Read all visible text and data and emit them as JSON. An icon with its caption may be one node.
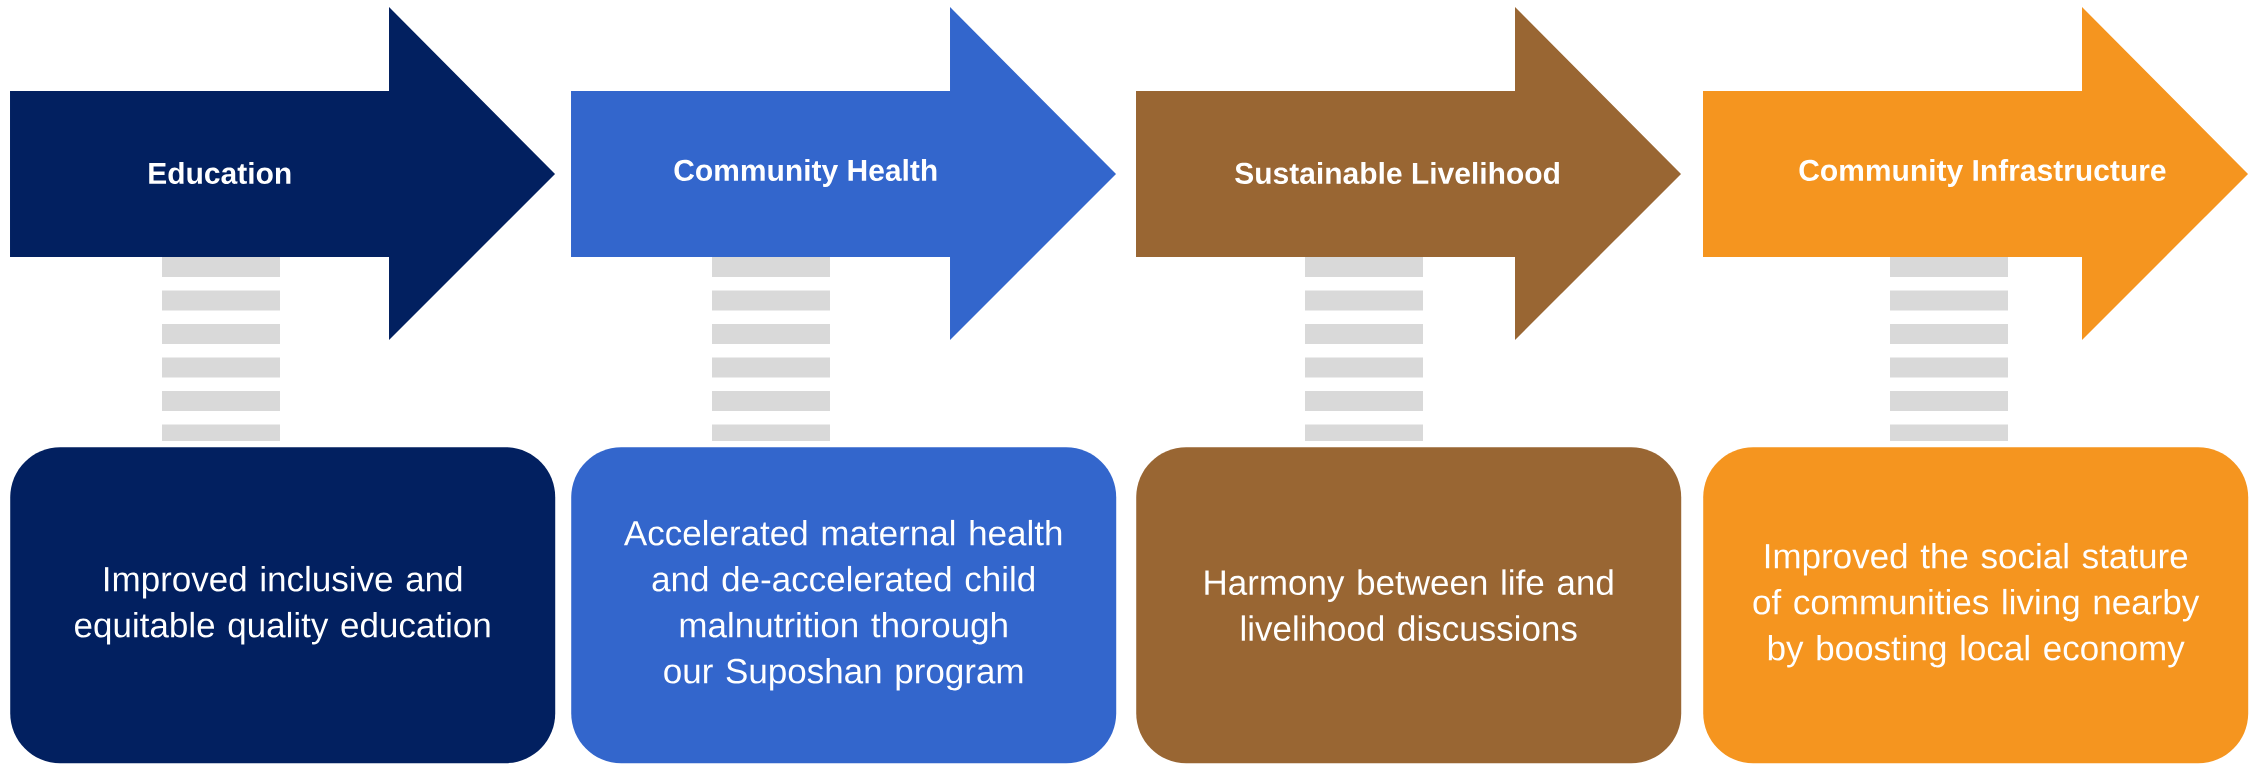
{
  "diagram": {
    "nodes": [
      {
        "text": [
          "Education"
        ]
      },
      {
        "text": [
          "Community Health"
        ]
      },
      {
        "text": [
          "Sustainable Livelihood"
        ]
      },
      {
        "text": [
          "Community Infrastructure"
        ]
      },
      {
        "text": [
          "Improved inclusive and equitable quality education"
        ]
      },
      {
        "text": [
          "Accelerated maternal health and de-accelerated child malnutrition thorough our Suposhan program"
        ]
      },
      {
        "text": [
          "Harmony between life and livelihood discussions"
        ]
      },
      {
        "text": [
          "Improved the social stature of communities living nearby by boosting local economy"
        ]
      }
    ],
    "edges": [
      {
        "from": 0,
        "to": 4,
        "arrow": "none"
      },
      {
        "from": 1,
        "to": 5,
        "arrow": "none"
      },
      {
        "from": 2,
        "to": 6,
        "arrow": "none"
      },
      {
        "from": 3,
        "to": 7,
        "arrow": "none"
      }
    ]
  }
}
